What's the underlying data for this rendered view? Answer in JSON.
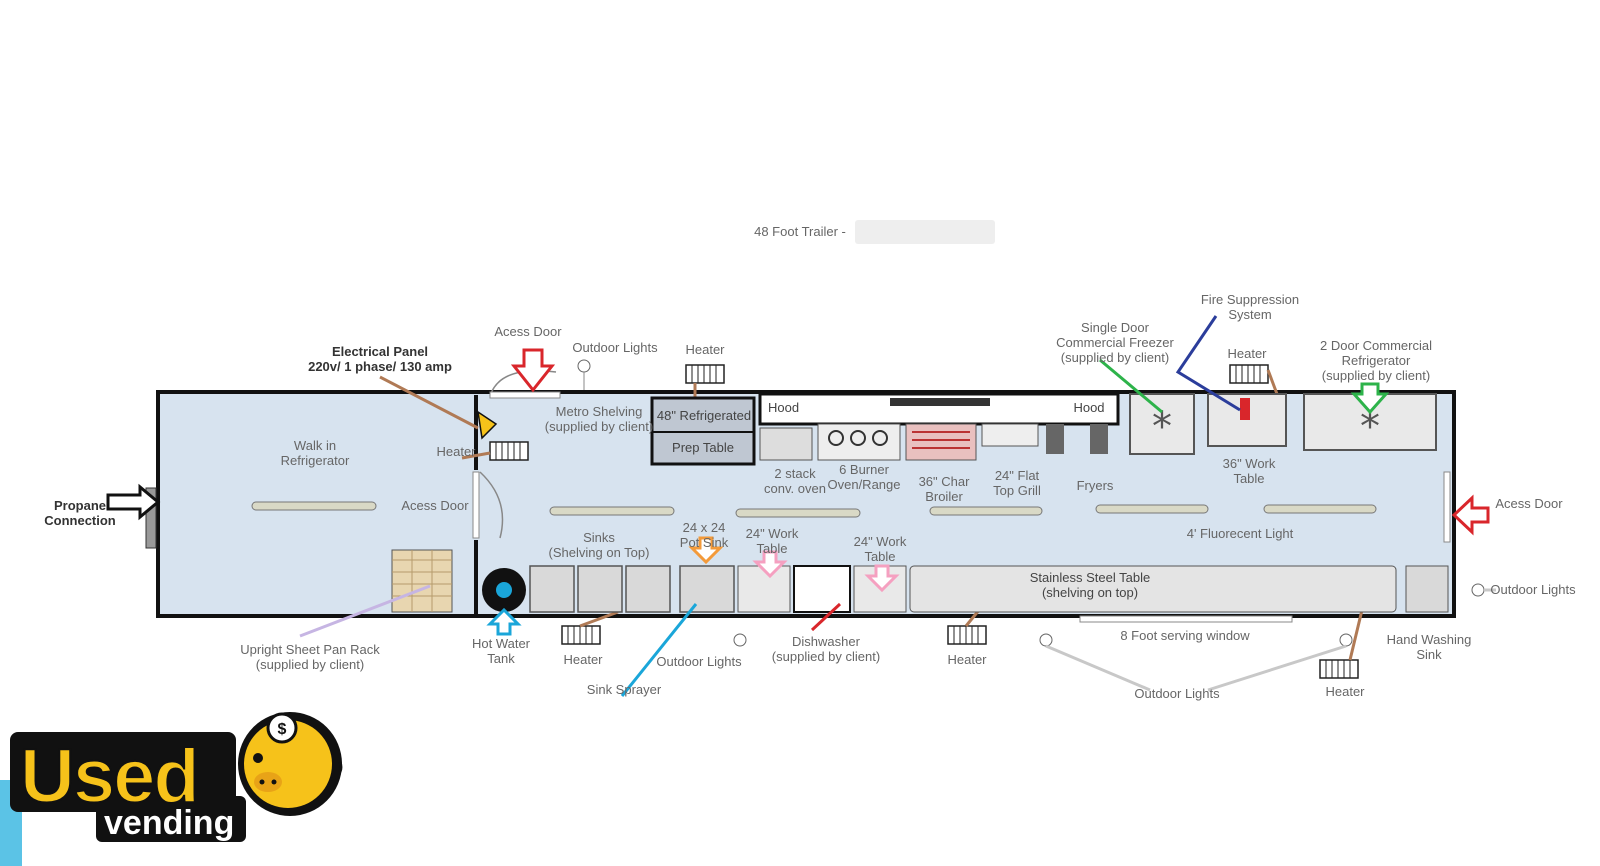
{
  "title": "48 Foot Trailer -",
  "labels": {
    "propane": "Propane\nConnection",
    "walk_in": "Walk in\nRefrigerator",
    "electrical": "Electrical Panel\n220v/ 1 phase/ 130 amp",
    "heater_left": "Heater",
    "acess_door_top": "Acess Door",
    "acess_door_mid": "Acess Door",
    "acess_door_right": "Acess Door",
    "outdoor_lights_top": "Outdoor Lights",
    "metro_shelving": "Metro Shelving\n(supplied by client)",
    "heater_top": "Heater",
    "refrigerated": "48\" Refrigerated",
    "prep_table": "Prep Table",
    "hood_left": "Hood",
    "hood_right": "Hood",
    "stack_oven": "2 stack\nconv. oven",
    "burner": "6 Burner\nOven/Range",
    "char_broiler": "36\" Char\nBroiler",
    "flat_top": "24\" Flat\nTop Grill",
    "fryers": "Fryers",
    "single_freezer": "Single Door\nCommercial Freezer\n(supplied by client)",
    "fire_suppression": "Fire Suppression\nSystem",
    "heater_right_top": "Heater",
    "work_table_36": "36\" Work\nTable",
    "two_door_fridge": "2 Door Commercial\nRefrigerator\n(supplied by client)",
    "fluorecent": "4' Fluorecent Light",
    "sinks": "Sinks\n(Shelving on Top)",
    "pot_sink": "24 x 24\nPot Sink",
    "work_table_24a": "24\" Work\nTable",
    "work_table_24b": "24\" Work\nTable",
    "stainless_table": "Stainless Steel Table\n(shelving on top)",
    "outdoor_lights_right": "Outdoor Lights",
    "sheet_pan": "Upright Sheet Pan Rack\n(supplied by client)",
    "hot_water": "Hot Water\nTank",
    "heater_bottom_1": "Heater",
    "outdoor_lights_bottom_1": "Outdoor Lights",
    "sink_sprayer": "Sink Sprayer",
    "dishwasher": "Dishwasher\n(supplied by client)",
    "heater_bottom_2": "Heater",
    "serving_window": "8 Foot serving window",
    "outdoor_lights_bottom_2": "Outdoor Lights",
    "hand_washing": "Hand Washing\nSink",
    "heater_bottom_3": "Heater"
  },
  "logo": {
    "word1": "Used",
    "word2": "vending"
  },
  "colors": {
    "floor": "#d7e3ef",
    "wall": "#111111",
    "red": "#d9262b",
    "green": "#2db34a",
    "blue": "#2b3d9b",
    "cyan": "#1aa6d9",
    "orange": "#f39a3a",
    "pink": "#f5a0c0",
    "brown": "#b07a55",
    "logo_yellow": "#f6c21a"
  }
}
